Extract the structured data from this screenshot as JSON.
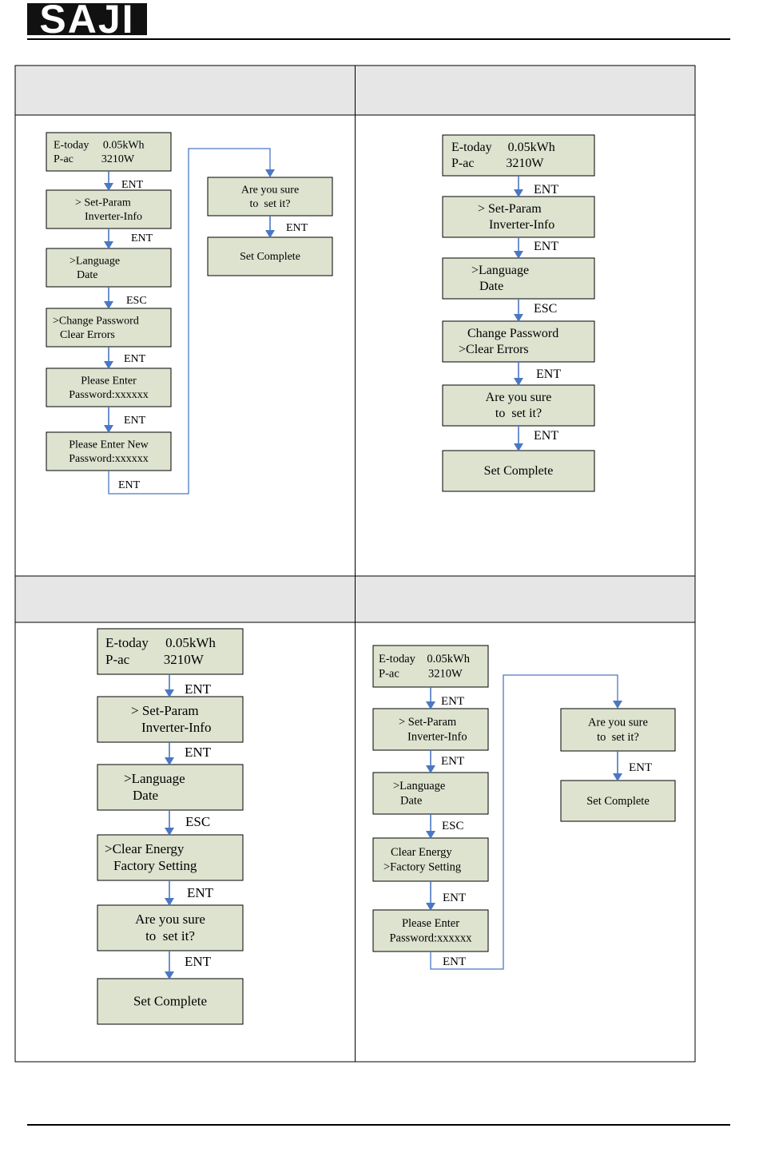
{
  "header": {
    "logo_text": "SAJI"
  },
  "colors": {
    "box_fill": "#dde3cf",
    "header_fill": "#e6e6e6",
    "arrow": "#4a78c2",
    "border": "#000000"
  },
  "panels": [
    {
      "id": "top-left",
      "boxes": [
        {
          "id": "etoday",
          "lines": [
            "E-today     0.05kWh",
            "P-ac          3210W"
          ]
        },
        {
          "id": "setparam",
          "lines": [
            "> Set-Param",
            "Inverter-Info"
          ]
        },
        {
          "id": "language",
          "lines": [
            ">Language",
            "Date"
          ]
        },
        {
          "id": "change-password",
          "lines": [
            ">Change Password",
            "Clear Errors"
          ]
        },
        {
          "id": "enter-password",
          "lines": [
            "Please Enter",
            "Password:xxxxxx"
          ]
        },
        {
          "id": "enter-new-password",
          "lines": [
            "Please Enter New",
            "Password:xxxxxx"
          ]
        },
        {
          "id": "confirm",
          "lines": [
            "Are you sure",
            "to  set it?"
          ]
        },
        {
          "id": "complete",
          "lines": [
            "Set Complete"
          ]
        }
      ],
      "keys": [
        "ENT",
        "ENT",
        "ESC",
        "ENT",
        "ENT",
        "ENT",
        "ENT"
      ]
    },
    {
      "id": "top-right",
      "boxes": [
        {
          "id": "etoday",
          "lines": [
            "E-today     0.05kWh",
            "P-ac          3210W"
          ]
        },
        {
          "id": "setparam",
          "lines": [
            "> Set-Param",
            "Inverter-Info"
          ]
        },
        {
          "id": "language",
          "lines": [
            ">Language",
            "Date"
          ]
        },
        {
          "id": "clear-errors",
          "lines": [
            "Change Password",
            ">Clear Errors"
          ]
        },
        {
          "id": "confirm",
          "lines": [
            "Are you sure",
            "to  set it?"
          ]
        },
        {
          "id": "complete",
          "lines": [
            "Set Complete"
          ]
        }
      ],
      "keys": [
        "ENT",
        "ENT",
        "ESC",
        "ENT",
        "ENT"
      ]
    },
    {
      "id": "bottom-left",
      "boxes": [
        {
          "id": "etoday",
          "lines": [
            "E-today     0.05kWh",
            "P-ac          3210W"
          ]
        },
        {
          "id": "setparam",
          "lines": [
            "> Set-Param",
            "Inverter-Info"
          ]
        },
        {
          "id": "language",
          "lines": [
            ">Language",
            "Date"
          ]
        },
        {
          "id": "clear-energy",
          "lines": [
            ">Clear Energy",
            "Factory Setting"
          ]
        },
        {
          "id": "confirm",
          "lines": [
            "Are you sure",
            "to  set it?"
          ]
        },
        {
          "id": "complete",
          "lines": [
            "Set Complete"
          ]
        }
      ],
      "keys": [
        "ENT",
        "ENT",
        "ESC",
        "ENT",
        "ENT"
      ]
    },
    {
      "id": "bottom-right",
      "boxes": [
        {
          "id": "etoday",
          "lines": [
            "E-today    0.05kWh",
            "P-ac          3210W"
          ]
        },
        {
          "id": "setparam",
          "lines": [
            "> Set-Param",
            "Inverter-Info"
          ]
        },
        {
          "id": "language",
          "lines": [
            ">Language",
            "Date"
          ]
        },
        {
          "id": "factory-setting",
          "lines": [
            "Clear Energy",
            ">Factory Setting"
          ]
        },
        {
          "id": "enter-password",
          "lines": [
            "Please Enter",
            "Password:xxxxxx"
          ]
        },
        {
          "id": "confirm",
          "lines": [
            "Are you sure",
            "to  set it?"
          ]
        },
        {
          "id": "complete",
          "lines": [
            "Set Complete"
          ]
        }
      ],
      "keys": [
        "ENT",
        "ENT",
        "ESC",
        "ENT",
        "ENT",
        "ENT"
      ]
    }
  ]
}
